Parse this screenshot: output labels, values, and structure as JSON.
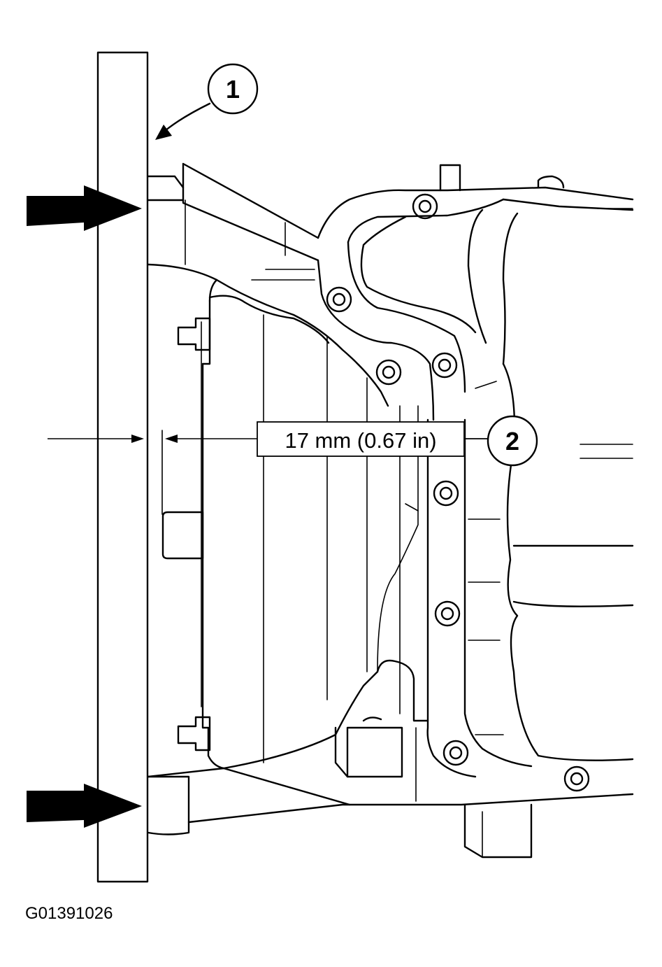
{
  "callouts": [
    {
      "number": "1"
    },
    {
      "number": "2"
    }
  ],
  "dimension": {
    "label": "17 mm (0.67 in)"
  },
  "figure_id": "G01391026",
  "colors": {
    "ink": "#000000",
    "paper": "#ffffff"
  }
}
